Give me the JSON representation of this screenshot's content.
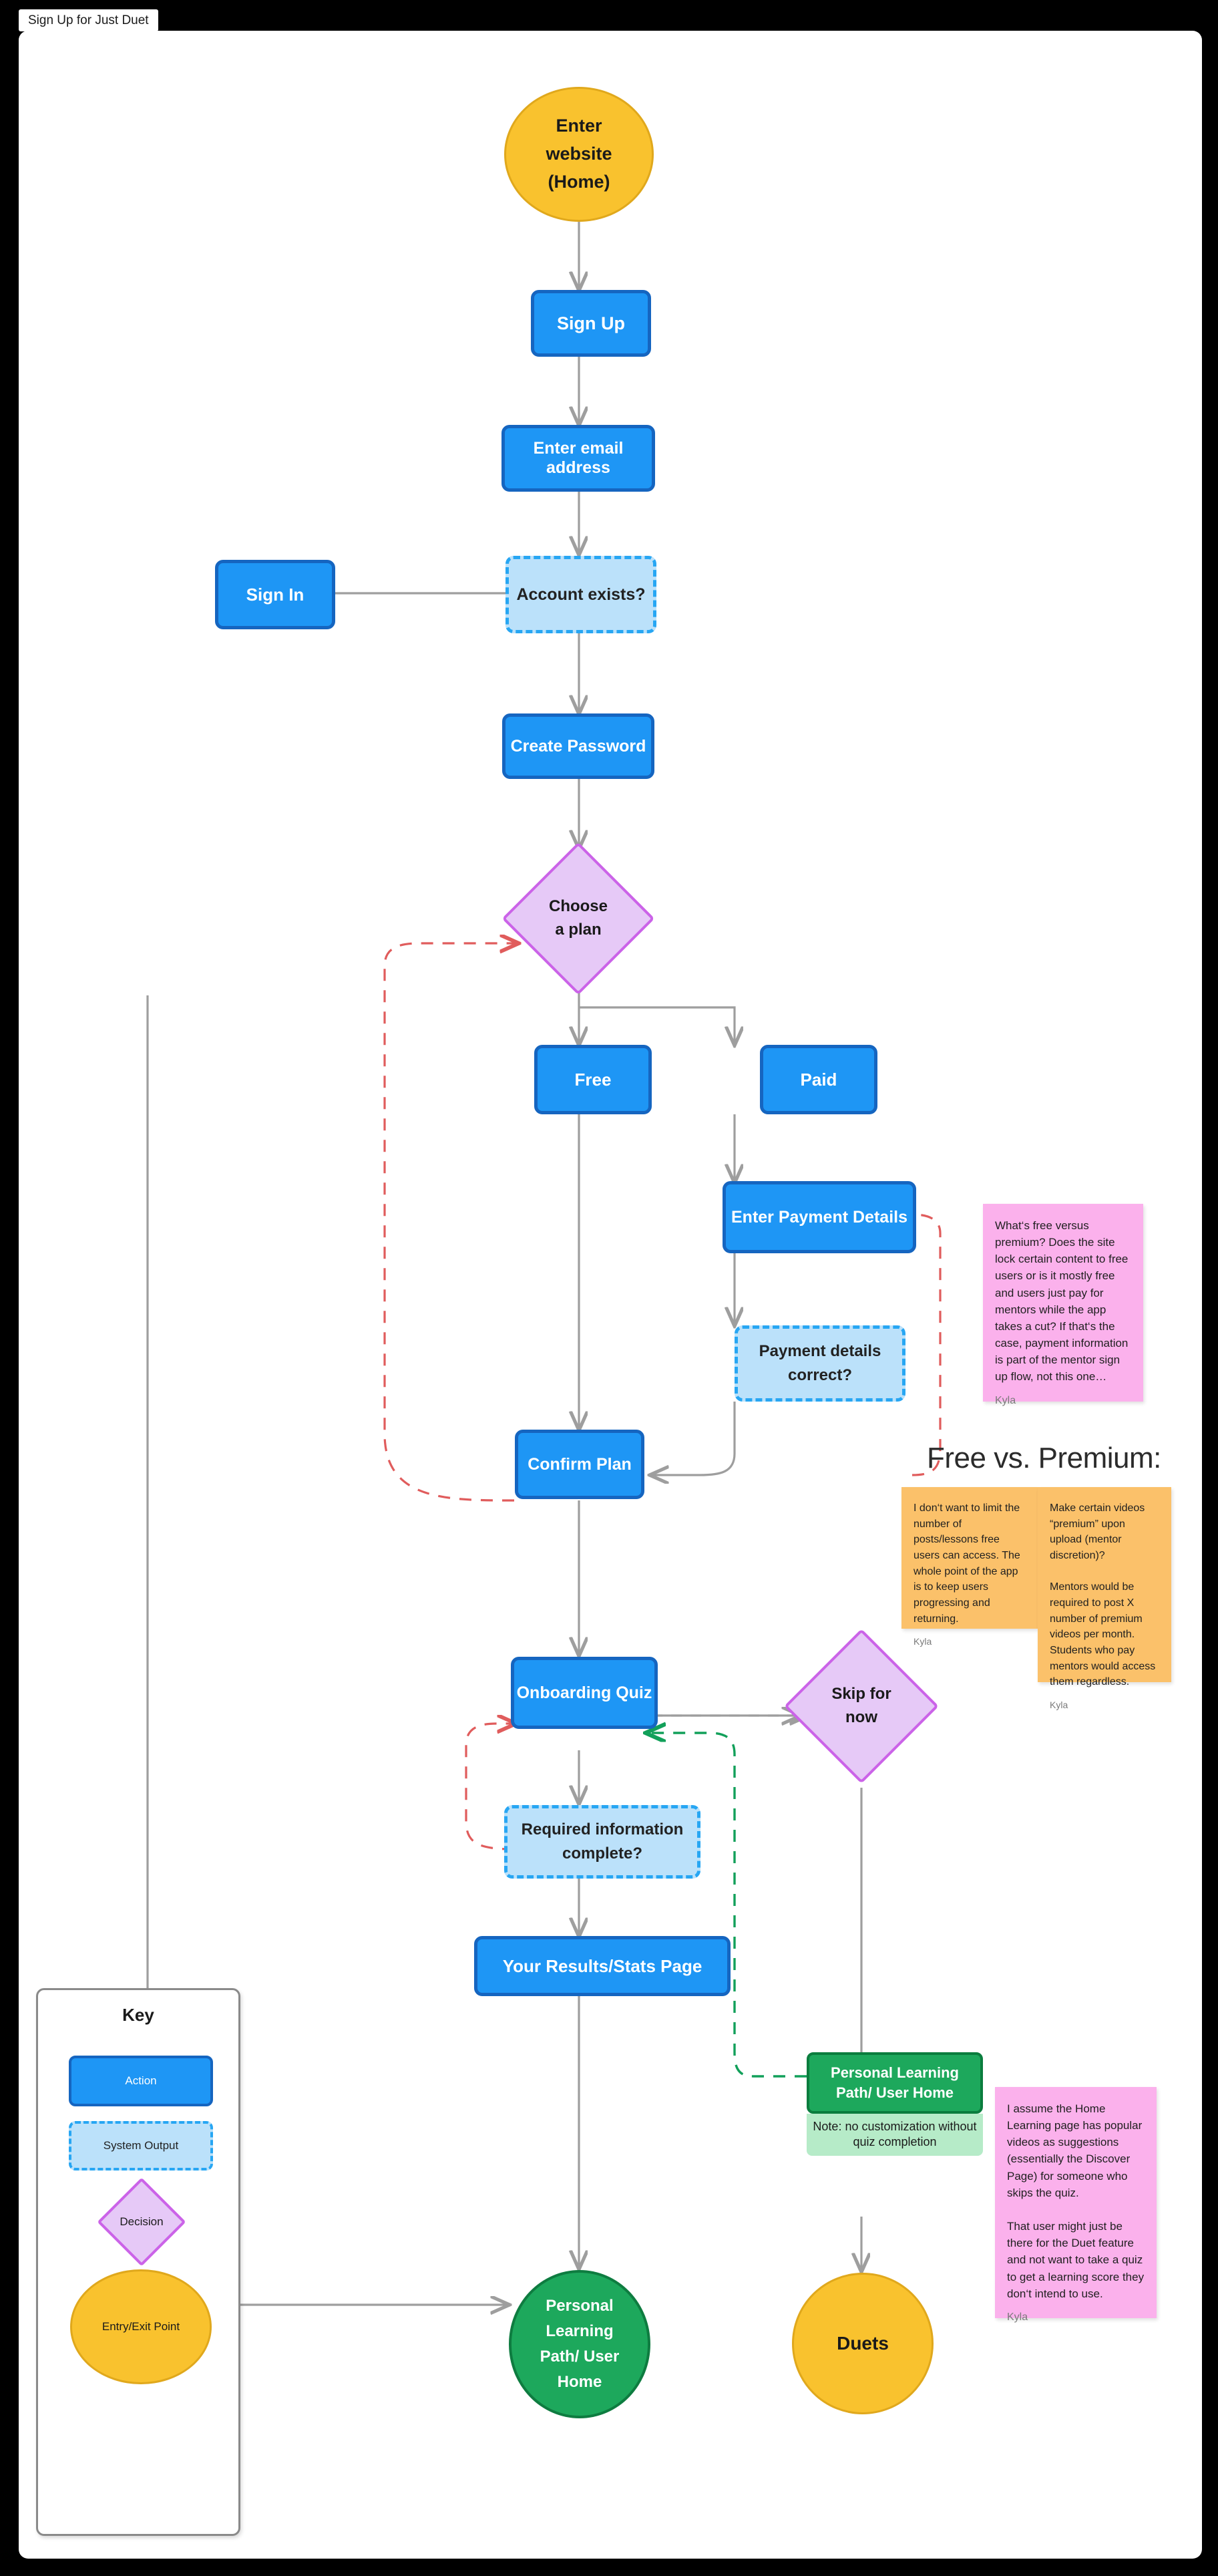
{
  "window": {
    "tab_title": "Sign Up for Just Duet"
  },
  "colors": {
    "action_fill": "#1E96F5",
    "action_border": "#1565C0",
    "system_output_fill": "#BBE1FA",
    "system_output_border": "#27A6F3",
    "decision_fill": "#E6C9F7",
    "decision_border": "#CB63E8",
    "terminal_fill": "#F9C22E",
    "terminal_border": "#E0A81C",
    "success_fill": "#1DA85C",
    "success_note_fill": "#B6EBC8",
    "sticky_pink": "#FBB1EC",
    "sticky_orange": "#FBC16A",
    "edge_gray": "#9E9E9E",
    "edge_red": "#E05C5C",
    "edge_green": "#12A05A"
  },
  "nodes": {
    "enter_website": "Enter\nwebsite\n(Home)",
    "sign_up": "Sign Up",
    "enter_email": "Enter email address",
    "account_exists": "Account exists?",
    "sign_in": "Sign In",
    "create_password": "Create Password",
    "choose_plan": "Choose\na plan",
    "free": "Free",
    "paid": "Paid",
    "enter_payment": "Enter Payment Details",
    "payment_correct": "Payment details\ncorrect?",
    "confirm_plan": "Confirm Plan",
    "onboarding_quiz": "Onboarding Quiz",
    "skip_for_now": "Skip for\nnow",
    "required_info": "Required information\ncomplete?",
    "results_page": "Your Results/Stats Page",
    "plp_box_title": "Personal Learning\nPath/ User Home",
    "plp_box_note": "Note: no customization without quiz completion",
    "plp_terminal": "Personal\nLearning\nPath/ User\nHome",
    "duets": "Duets"
  },
  "section_heading": {
    "free_vs_premium": "Free vs. Premium:"
  },
  "stickies": [
    {
      "id": "premium-question",
      "color": "pink",
      "body": "What‘s free versus premium? Does the site lock certain content to free users or is it mostly free and users just pay for mentors while the app takes a cut? If that‘s the case, payment information is part of the mentor sign up flow, not this one…",
      "author": "Kyla"
    },
    {
      "id": "free-limits",
      "color": "orange",
      "body": "I don‘t want to limit the number of posts/lessons free users can access. The whole point of the app is to keep users progressing and returning.",
      "author": "Kyla"
    },
    {
      "id": "premium-videos",
      "color": "orange",
      "body": "Make certain videos “premium” upon upload (mentor discretion)?\n\nMentors would be required to post X number of premium videos per month. Students who pay mentors would access them regardless.",
      "author": "Kyla"
    },
    {
      "id": "home-learning-assumption",
      "color": "pink",
      "body": "I assume the Home Learning page has popular videos as suggestions (essentially the Discover Page) for someone who skips the quiz.\n\nThat user might just be there for the Duet feature and not want to take a quiz to get a learning score they don‘t intend to use.",
      "author": "Kyla"
    }
  ],
  "key": {
    "title": "Key",
    "items": [
      {
        "label": "Action",
        "type": "action"
      },
      {
        "label": "System Output",
        "type": "system-output"
      },
      {
        "label": "Decision",
        "type": "decision"
      },
      {
        "label": "Entry/Exit Point",
        "type": "terminal"
      }
    ]
  }
}
